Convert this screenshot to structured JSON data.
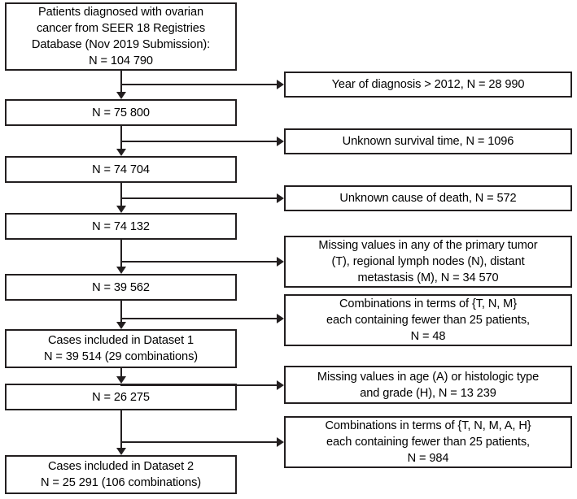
{
  "diagram": {
    "type": "flowchart",
    "title": "SEER ovarian cancer cohort selection flow diagram",
    "colors": {
      "stroke": "#231f20",
      "background": "#ffffff",
      "text": "#000000"
    },
    "main_nodes": [
      {
        "id": "source",
        "lines": [
          "Patients diagnosed with ovarian",
          "cancer from SEER 18 Registries",
          "Database (Nov 2019 Submission):",
          "N = 104 790"
        ]
      },
      {
        "id": "n1",
        "lines": [
          "N = 75 800"
        ]
      },
      {
        "id": "n2",
        "lines": [
          "N = 74 704"
        ]
      },
      {
        "id": "n3",
        "lines": [
          "N = 74 132"
        ]
      },
      {
        "id": "n4",
        "lines": [
          "N = 39 562"
        ]
      },
      {
        "id": "dataset1",
        "lines": [
          "Cases included in Dataset 1",
          "N = 39 514 (29 combinations)"
        ]
      },
      {
        "id": "n5",
        "lines": [
          "N = 26 275"
        ]
      },
      {
        "id": "dataset2",
        "lines": [
          "Cases included in Dataset 2",
          "N = 25 291 (106 combinations)"
        ]
      }
    ],
    "exclusion_nodes": [
      {
        "id": "ex1",
        "lines": [
          "Year of diagnosis > 2012, N = 28 990"
        ]
      },
      {
        "id": "ex2",
        "lines": [
          "Unknown survival time, N = 1096"
        ]
      },
      {
        "id": "ex3",
        "lines": [
          "Unknown cause of death, N = 572"
        ]
      },
      {
        "id": "ex4",
        "lines": [
          "Missing values in any of the primary tumor",
          "(T), regional lymph nodes (N), distant",
          "metastasis (M), N = 34 570"
        ]
      },
      {
        "id": "ex5",
        "lines": [
          "Combinations in terms of {T, N, M}",
          "each containing fewer than 25 patients,",
          "N = 48"
        ]
      },
      {
        "id": "ex6",
        "lines": [
          "Missing values in age (A) or histologic type",
          "and grade (H), N = 13 239"
        ]
      },
      {
        "id": "ex7",
        "lines": [
          "Combinations in terms of {T, N, M, A, H}",
          "each containing fewer than 25 patients,",
          "N = 984"
        ]
      }
    ]
  }
}
